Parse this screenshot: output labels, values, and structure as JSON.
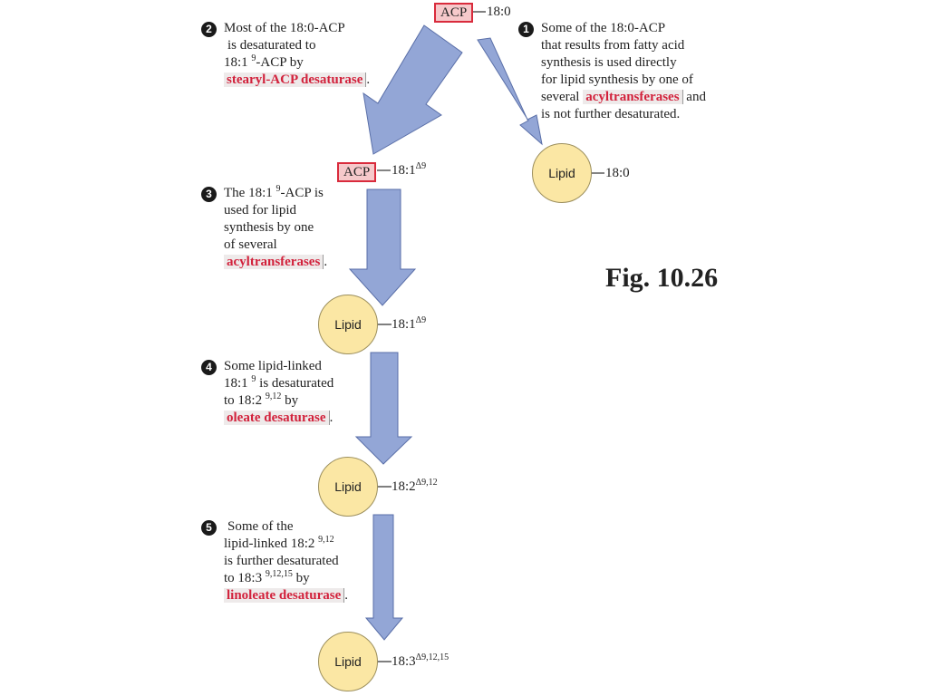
{
  "top": {
    "acp_label": "ACP",
    "chain": "18:0"
  },
  "step1": {
    "num": "1",
    "l1": "Some of the 18:0-ACP",
    "l2": "that results from fatty acid",
    "l3": "synthesis is used directly",
    "l4": "for lipid synthesis by one of",
    "l5_pre": "several ",
    "l5_enzyme": "acyltransferases",
    "l5_post": " and",
    "l6": "is not further desaturated.",
    "lipid_label": "Lipid",
    "lipid_chain": "18:0"
  },
  "step2": {
    "num": "2",
    "l1": "Most of the 18:0-ACP",
    "l2": "is desaturated to",
    "l3_pre": "18:1 ",
    "l3_sup": "9",
    "l3_post": "-ACP by",
    "enzyme": "stearyl-ACP desaturase",
    "enzyme_post": "."
  },
  "mid": {
    "acp_label": "ACP",
    "chain": "18:1",
    "chain_sup": "Δ9"
  },
  "step3": {
    "num": "3",
    "l1_pre": "The 18:1 ",
    "l1_sup": "9",
    "l1_post": "-ACP is",
    "l2": "used for lipid",
    "l3": "synthesis by one",
    "l4": "of several",
    "enzyme": "acyltransferases",
    "enzyme_post": ".",
    "lipid_label": "Lipid",
    "lipid_chain": "18:1",
    "lipid_sup": "Δ9"
  },
  "step4": {
    "num": "4",
    "l1": "Some lipid-linked",
    "l2_pre": "18:1 ",
    "l2_sup": "9",
    "l2_post": " is desaturated",
    "l3_pre": "to 18:2 ",
    "l3_sup": "9,12",
    "l3_post": " by",
    "enzyme": "oleate desaturase",
    "enzyme_post": ".",
    "lipid_label": "Lipid",
    "lipid_chain": "18:2",
    "lipid_sup": "Δ9,12"
  },
  "step5": {
    "num": "5",
    "l1": "Some of the",
    "l2_pre": "lipid-linked 18:2 ",
    "l2_sup": "9,12",
    "l3": "is further desaturated",
    "l4_pre": "to 18:3 ",
    "l4_sup": "9,12,15",
    "l4_post": " by",
    "enzyme": "linoleate desaturase",
    "enzyme_post": ".",
    "lipid_label": "Lipid",
    "lipid_chain": "18:3",
    "lipid_sup": "Δ9,12,15"
  },
  "figure_label": "Fig. 10.26",
  "colors": {
    "arrow_fill": "#93a6d6",
    "arrow_stroke": "#5a6fa8",
    "enzyme_text": "#d2223c",
    "acp_fill": "#f6c9cb",
    "lipid_fill": "#fbe7a4"
  }
}
